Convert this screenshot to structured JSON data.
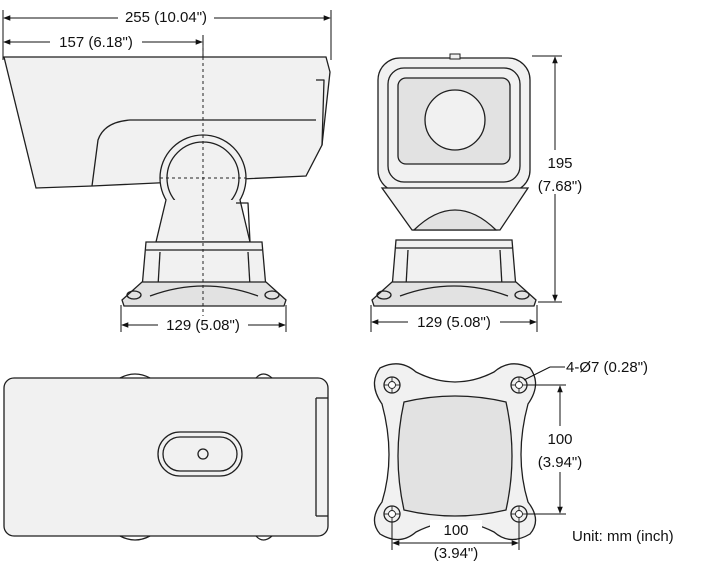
{
  "dimensions": {
    "overall_length": "255 (10.04\")",
    "front_to_center": "157 (6.18\")",
    "side_base_width": "129 (5.08\")",
    "front_base_width": "129 (5.08\")",
    "height_mm": "195",
    "height_in": "(7.68\")",
    "holes": "4-Ø7 (0.28\")",
    "mount_height_mm": "100",
    "mount_height_in": "(3.94\")",
    "mount_width_mm": "100",
    "mount_width_in": "(3.94\")"
  },
  "unit_note": "Unit: mm (inch)"
}
